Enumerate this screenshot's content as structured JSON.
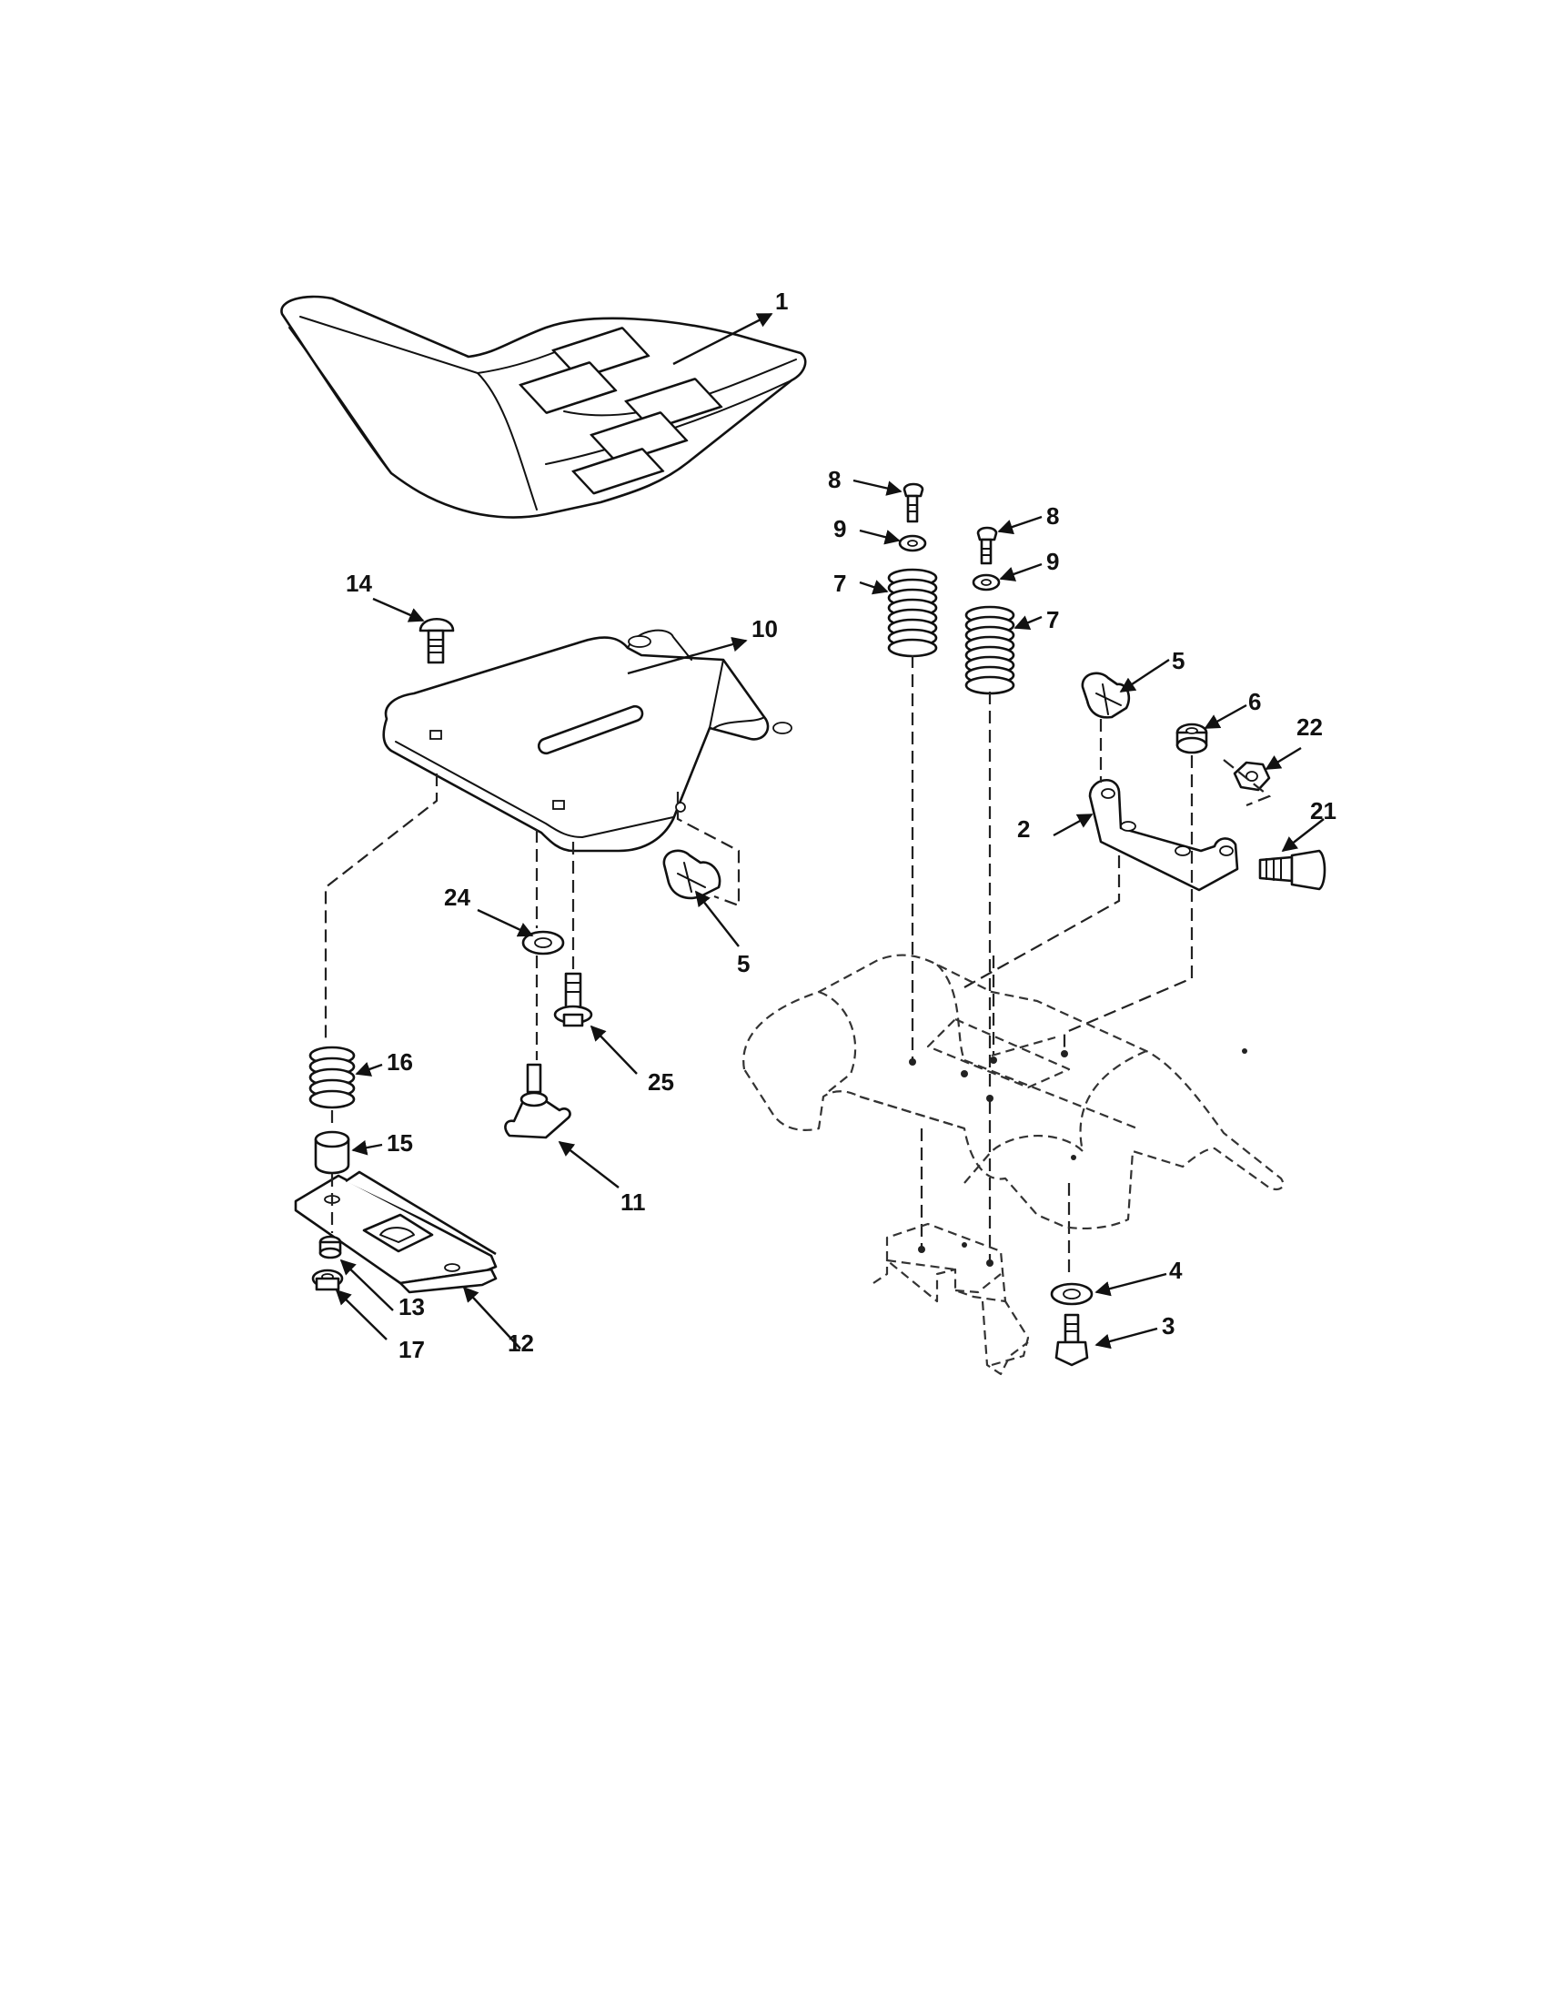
{
  "callouts": {
    "c1": "1",
    "c2": "2",
    "c3": "3",
    "c4": "4",
    "c5a": "5",
    "c5b": "5",
    "c6": "6",
    "c7a": "7",
    "c7b": "7",
    "c8a": "8",
    "c8b": "8",
    "c9a": "9",
    "c9b": "9",
    "c10": "10",
    "c11": "11",
    "c12": "12",
    "c13": "13",
    "c14": "14",
    "c15": "15",
    "c16": "16",
    "c17": "17",
    "c21": "21",
    "c22": "22",
    "c24": "24",
    "c25": "25"
  }
}
